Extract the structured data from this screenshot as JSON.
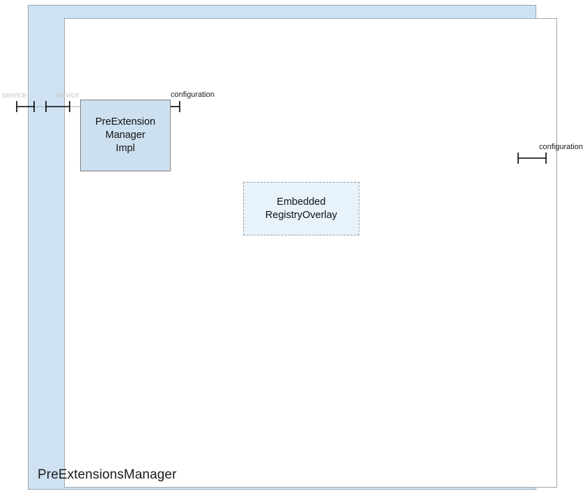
{
  "diagram": {
    "title": "PreExtensionsManager",
    "type": "composite-component-diagram",
    "colors": {
      "frame_band": "#cfe2f3",
      "frame_border": "#9aa7b0",
      "component_fill": "#cde0f0",
      "component_border": "#808080",
      "overlay_fill": "#e8f2fb",
      "overlay_border": "#9b9b9b",
      "connector": "#000000",
      "wire": "#aaaaaa",
      "label_muted": "#c8c8c8",
      "label_dark": "#1a1a1a"
    },
    "components": [
      {
        "id": "preextensionmanagerimpl",
        "lines": [
          "PreExtension",
          "Manager",
          "Impl"
        ],
        "style": "solid"
      },
      {
        "id": "embeddedregistryoverlay",
        "lines": [
          "Embedded",
          "RegistryOverlay"
        ],
        "style": "dashed"
      }
    ],
    "ports": [
      {
        "id": "service-outer",
        "label": "service",
        "tone": "muted",
        "side": "left"
      },
      {
        "id": "service-inner",
        "label": "service",
        "tone": "muted",
        "side": "left"
      },
      {
        "id": "configuration-impl",
        "label": "configuration",
        "tone": "dark",
        "side": "right"
      },
      {
        "id": "configuration-edge",
        "label": "configuration",
        "tone": "dark",
        "side": "right"
      }
    ]
  }
}
